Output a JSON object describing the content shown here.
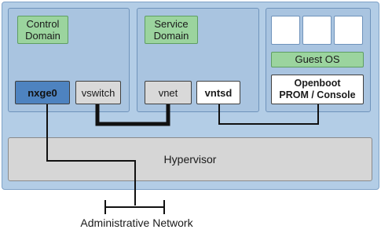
{
  "control_domain": {
    "label": "Control\nDomain",
    "nic": "nxge0",
    "switch": "vswitch"
  },
  "service_domain": {
    "label": "Service\nDomain",
    "vnet": "vnet",
    "vntsd": "vntsd"
  },
  "guest": {
    "os_label": "Guest OS",
    "openboot_label": "Openboot\nPROM / Console"
  },
  "hypervisor_label": "Hypervisor",
  "network_label": "Administrative Network"
}
